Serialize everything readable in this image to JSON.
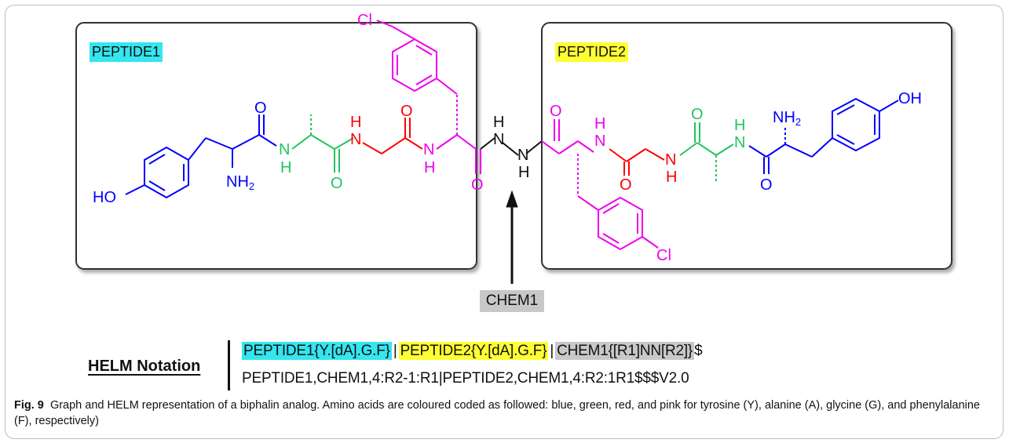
{
  "boxes": {
    "peptide1": {
      "label": "PEPTIDE1",
      "highlight": "#33e6f0"
    },
    "peptide2": {
      "label": "PEPTIDE2",
      "highlight": "#ffff33"
    }
  },
  "linker": {
    "label": "CHEM1",
    "highlight": "#c8c8c8"
  },
  "atoms": {
    "o": "O",
    "n": "N",
    "h": "H",
    "nh2_n": "NH",
    "nh2_sub": "2",
    "ho": "HO",
    "oh": "OH",
    "cl": "Cl"
  },
  "colors": {
    "tyrosine": "#0000ff",
    "alanine": "#22c55e",
    "glycine": "#ff0000",
    "phenylalanine": "#ee00ee",
    "linker": "#111111"
  },
  "helm": {
    "label": "HELM Notation",
    "seg1": "PEPTIDE1{Y.[dA].G.F}",
    "sep1": "|",
    "seg2": "PEPTIDE2{Y.[dA].G.F}",
    "sep2": "|",
    "seg3": "CHEM1{[R1]NN[R2]}",
    "end": "$",
    "line2": "PEPTIDE1,CHEM1,4:R2-1:R1|PEPTIDE2,CHEM1,4:R2:1R1$$$V2.0"
  },
  "caption": {
    "fig": "Fig. 9",
    "text": "Graph and HELM representation of a biphalin analog. Amino acids are coloured coded as followed: blue, green, red, and pink for tyrosine (Y), alanine (A), glycine (G), and phenylalanine (F), respectively)"
  }
}
